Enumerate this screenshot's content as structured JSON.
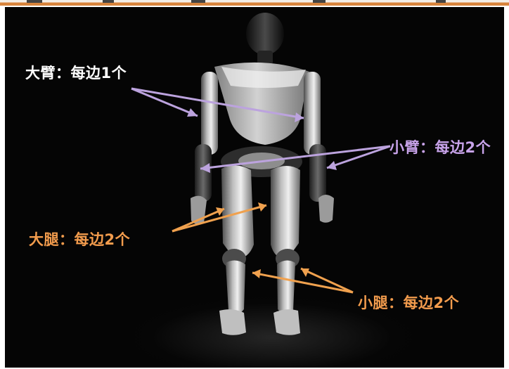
{
  "photo": {
    "subject_icon": "robot-icon"
  },
  "labels": {
    "upper_arm": "大臂：每边1个",
    "forearm": "小臂：每边2个",
    "thigh": "大腿：每边2个",
    "shin": "小腿：每边2个"
  },
  "colors": {
    "upper_arm": "#ffffff",
    "forearm": "#c8a3ea",
    "thigh": "#f39c4d",
    "shin": "#f39c4d",
    "arrow_purple": "#bca3de",
    "arrow_orange": "#f0a14e"
  }
}
